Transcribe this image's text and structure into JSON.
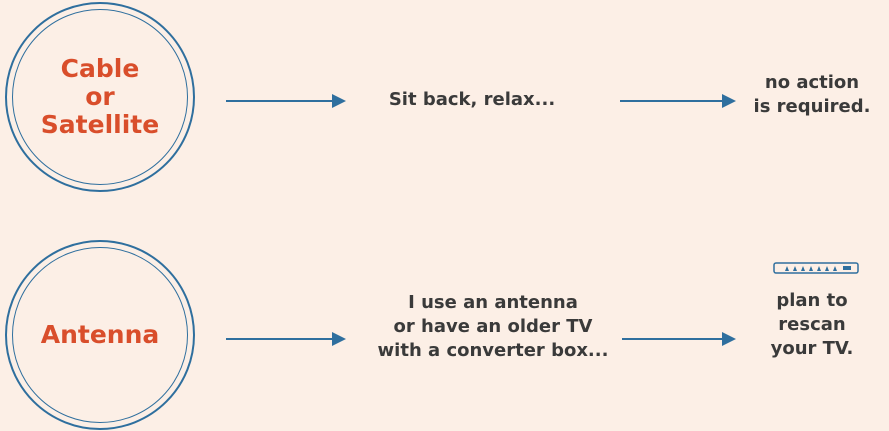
{
  "colors": {
    "background": "#fcefe6",
    "accent": "#d94e2b",
    "circle_stroke": "#2f6f9e",
    "arrow": "#2f6f9e",
    "text": "#3a3a3a"
  },
  "rows": [
    {
      "circle_label": "Cable\nor\nSatellite",
      "situation": "Sit back, relax...",
      "action": "no action\nis required."
    },
    {
      "circle_label": "Antenna",
      "situation": "I use an antenna\nor have an older TV\nwith a converter box...",
      "action": "plan to\nrescan\nyour TV.",
      "icon": "converter-box-icon"
    }
  ]
}
